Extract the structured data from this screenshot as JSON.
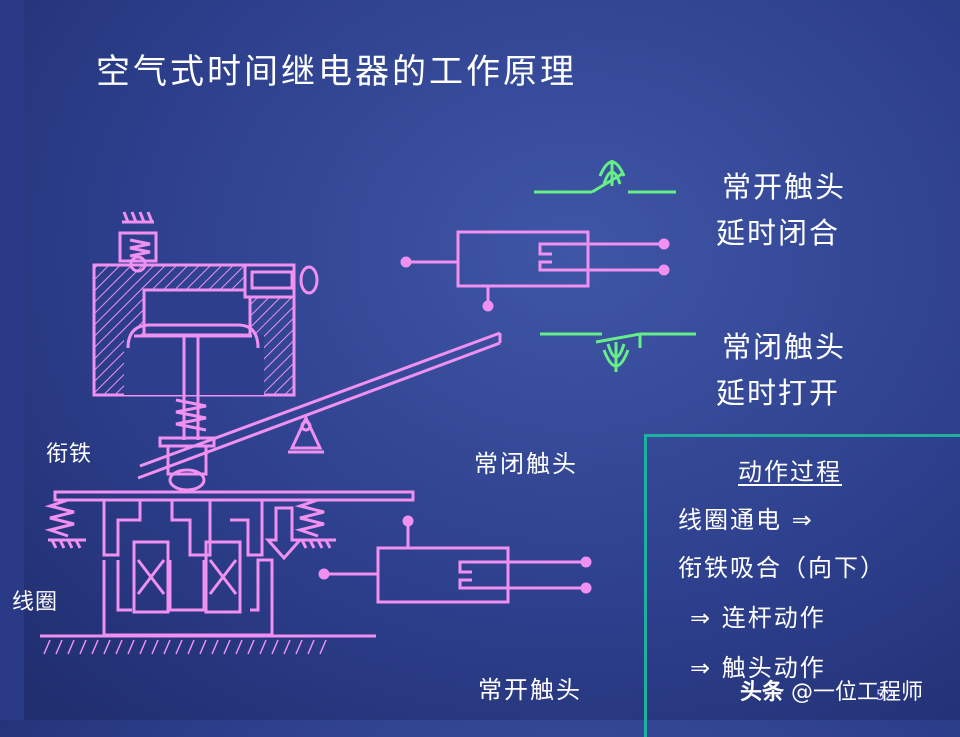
{
  "title": "空气式时间继电器的工作原理",
  "labels": {
    "no_contact_top": "常开触头",
    "delay_close": "延时闭合",
    "nc_contact_top": "常闭触头",
    "delay_open": "延时打开",
    "armature": "衔铁",
    "nc_contact_mid": "常闭触头",
    "coil": "线圈",
    "no_contact_bottom": "常开触头"
  },
  "process": {
    "title": "动作过程",
    "steps": [
      "线圈通电 ⇒",
      "衔铁吸合（向下）",
      "⇒ 连杆动作",
      "⇒ 触头动作"
    ]
  },
  "page_number": "52",
  "watermark": {
    "brand": "头条",
    "handle": "@一位工程师"
  },
  "colors": {
    "background": "#2d3f8c",
    "mechanism": "#f090f0",
    "contact_symbol": "#66ee88",
    "process_border": "#20b0a0",
    "text": "#ffffff"
  }
}
